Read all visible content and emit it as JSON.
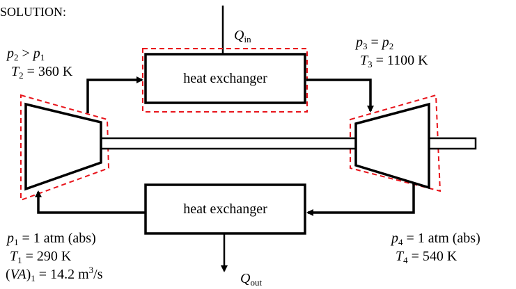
{
  "header": {
    "solution_label": "SOLUTION:"
  },
  "heat_in": {
    "symbol": "Q",
    "subscript": "in"
  },
  "heat_out": {
    "symbol": "Q",
    "subscript": "out"
  },
  "top_exchanger": {
    "label": "heat exchanger"
  },
  "bottom_exchanger": {
    "label": "heat exchanger"
  },
  "state_2": {
    "line1": {
      "p": "p",
      "sub_a": "2",
      "rel": " > ",
      "p2": "p",
      "sub_b": "1"
    },
    "line2": {
      "T": "T",
      "sub": "2",
      "value": " = 360 K"
    }
  },
  "state_3": {
    "line1": {
      "p": "p",
      "sub_a": "3",
      "rel": " = ",
      "p2": "p",
      "sub_b": "2"
    },
    "line2": {
      "T": "T",
      "sub": "3",
      "value": " = 1100 K"
    }
  },
  "state_1": {
    "line1": {
      "p": "p",
      "sub": "1",
      "value": " = 1 atm (abs)"
    },
    "line2": {
      "T": "T",
      "sub": "1",
      "value": " = 290 K"
    },
    "line3": {
      "open": "(",
      "var": "VA",
      "close": ")",
      "sub": "1",
      "value": " = 14.2 m",
      "sup": "3",
      "tail": "/s"
    }
  },
  "state_4": {
    "line1": {
      "p": "p",
      "sub": "4",
      "value": " = 1 atm (abs)"
    },
    "line2": {
      "T": "T",
      "sub": "4",
      "value": " = 540 K"
    }
  },
  "colors": {
    "stroke": "#000000",
    "control_volume": "#e8141b"
  }
}
